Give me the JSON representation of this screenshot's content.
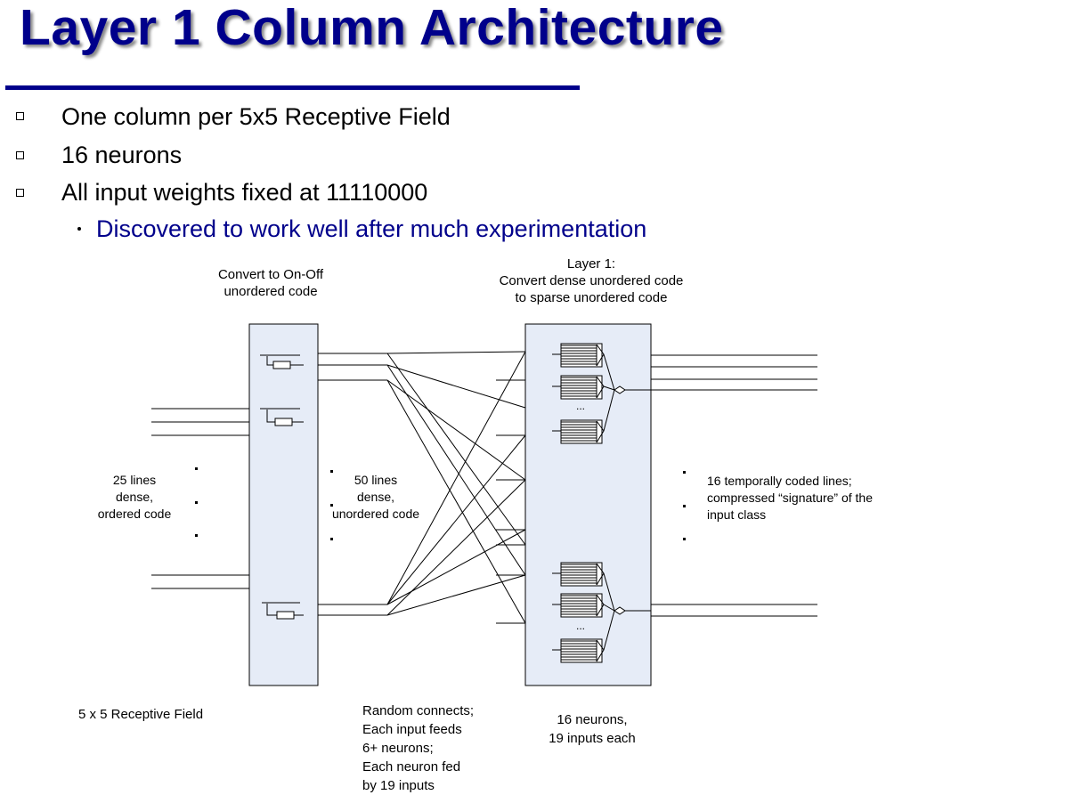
{
  "slide": {
    "title": "Layer 1 Column Architecture",
    "bullets": [
      "One column per 5x5 Receptive Field",
      "16 neurons",
      "All input weights fixed at 11110000"
    ],
    "sub_bullet": "Discovered to work well after much experimentation",
    "colors": {
      "title": "#00008b",
      "sub_bullet": "#00008b",
      "box_fill": "#e6ecf7"
    }
  },
  "diagram": {
    "convert_title": [
      "Convert to On-Off",
      "unordered code"
    ],
    "layer1_title": [
      "Layer 1:",
      "Convert dense unordered code",
      "to sparse unordered code"
    ],
    "input_lines_label": [
      "25 lines",
      "dense,",
      "ordered code"
    ],
    "mid_lines_label": [
      "50 lines",
      "dense,",
      "unordered code"
    ],
    "output_lines_label": [
      "16 temporally coded lines;",
      "compressed “signature” of the",
      "input class"
    ],
    "receptive_field_label": "5 x 5 Receptive Field",
    "random_connects_label": [
      "Random connects;",
      "Each input feeds",
      "6+ neurons;",
      "Each neuron fed",
      "by 19 inputs"
    ],
    "neurons_label": [
      "16 neurons,",
      "19 inputs each"
    ],
    "ellipsis": "..."
  }
}
